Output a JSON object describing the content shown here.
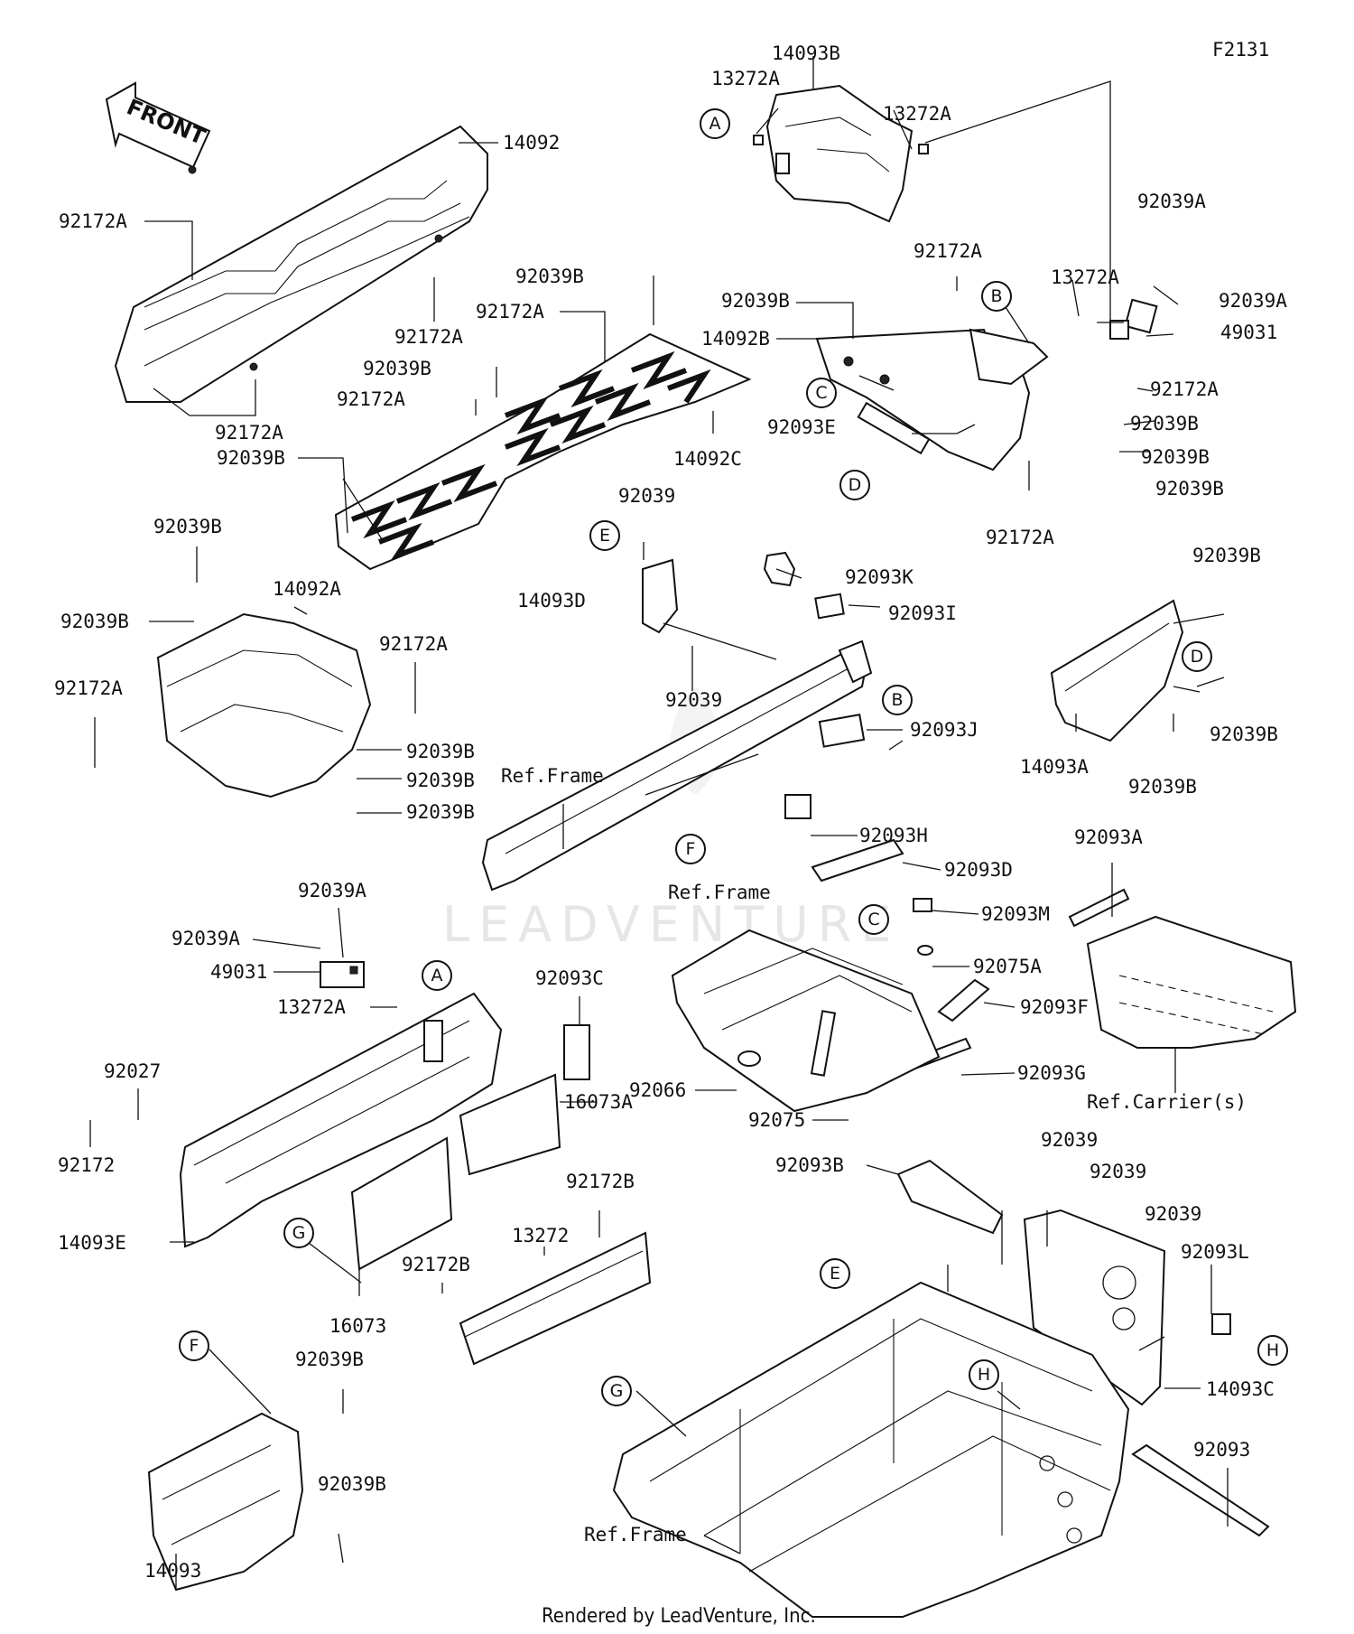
{
  "diagram_code": "F2131",
  "footer": "Rendered by LeadVenture, Inc.",
  "watermark": "LEADVENTURE",
  "front_arrow": "FRONT",
  "callouts": [
    "A",
    "B",
    "C",
    "D",
    "E",
    "A",
    "B",
    "C",
    "D",
    "E",
    "F",
    "F",
    "G",
    "G",
    "H",
    "H"
  ],
  "labels": [
    "14093B",
    "13272A",
    "13272A",
    "14092",
    "92172A",
    "92172A",
    "92172A",
    "92039B",
    "92172A",
    "92039B",
    "92172A",
    "92039B",
    "14092C",
    "92172A",
    "92039B",
    "14092B",
    "13272A",
    "92039A",
    "92039A",
    "49031",
    "92172A",
    "92039B",
    "92093E",
    "92039B",
    "92039B",
    "92172A",
    "92039",
    "92093K",
    "14093D",
    "92093I",
    "92039",
    "92093J",
    "92039B",
    "14092A",
    "92039B",
    "92172A",
    "92172A",
    "92039B",
    "92039B",
    "92039B",
    "Ref.Frame",
    "92039B",
    "92039B",
    "14093A",
    "92039B",
    "92093H",
    "92093D",
    "Ref.Frame",
    "92093M",
    "92075A",
    "92093F",
    "92066",
    "92093G",
    "92075",
    "92093A",
    "Ref.Carrier(s)",
    "92039A",
    "92039A",
    "49031",
    "13272A",
    "92093C",
    "92027",
    "16073A",
    "92172",
    "14093E",
    "16073",
    "92172B",
    "13272",
    "92172B",
    "92093B",
    "92039",
    "92039",
    "92039",
    "92093L",
    "14093C",
    "92093",
    "92039B",
    "92039B",
    "14093",
    "Ref.Frame"
  ]
}
